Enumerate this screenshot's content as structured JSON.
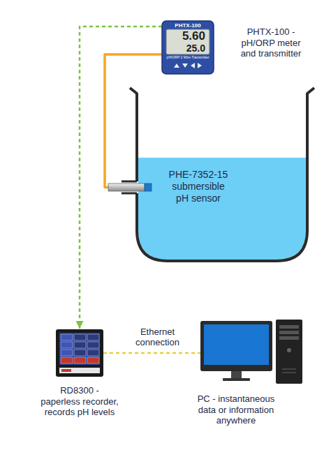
{
  "diagram": {
    "nodes": [
      {
        "text": [
          "PHTX-100",
          "5.60",
          "25.0",
          "pH/ORP 2 Wire Transmitter",
          "PHTX-100 - pH/ORP meter and transmitter"
        ]
      },
      {
        "text": [
          "PHE-7352-15 submersible pH sensor"
        ]
      },
      {
        "text": [
          "RD8300 - paperless recorder, records pH levels"
        ]
      },
      {
        "text": [
          "PC - instantaneous data or information anywhere"
        ]
      }
    ],
    "edges": [
      {
        "from": 1,
        "to": 0,
        "arrow": "none"
      },
      {
        "from": 0,
        "to": 2,
        "arrow": "to"
      },
      {
        "from": 2,
        "to": 3,
        "label": "Ethernet connection",
        "arrow": "none"
      }
    ]
  }
}
